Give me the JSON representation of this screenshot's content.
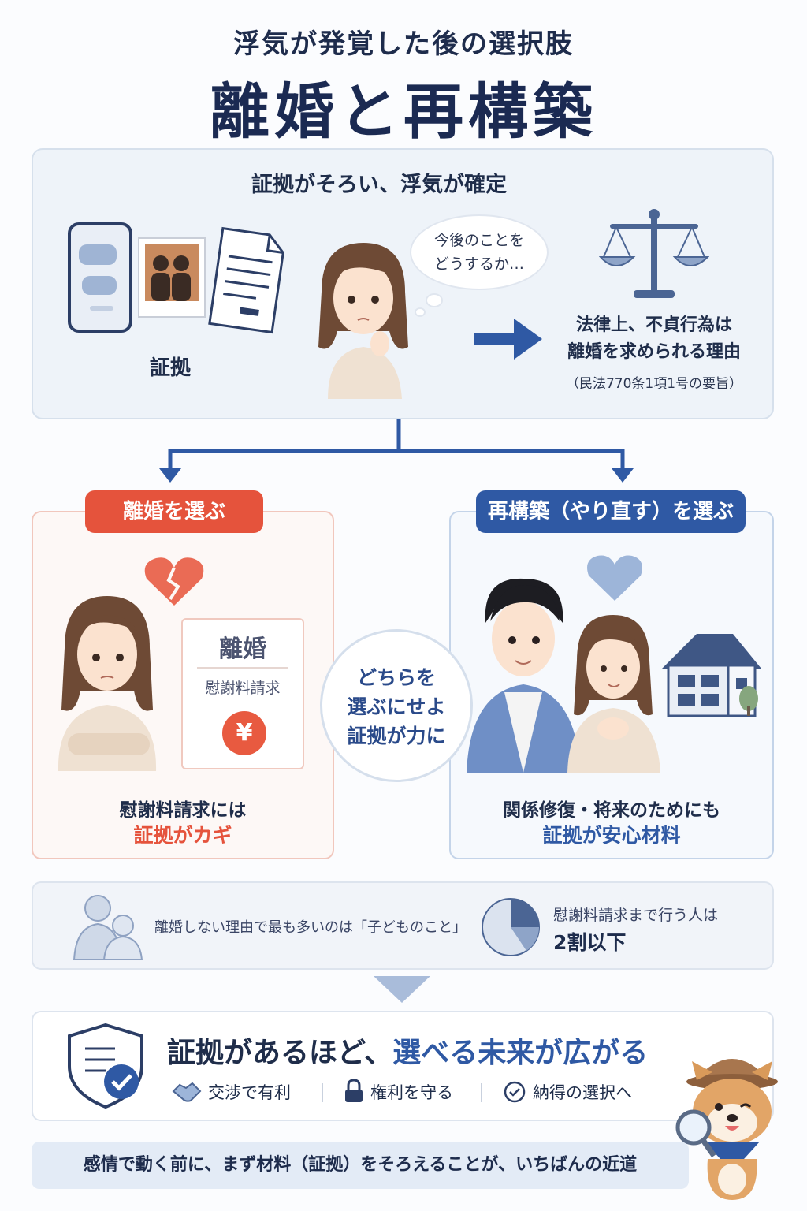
{
  "header": {
    "subtitle": "浮気が発覚した後の選択肢",
    "title": "離婚と再構築"
  },
  "top_panel": {
    "title": "証拠がそろい、浮気が確定",
    "evidence_label": "証拠",
    "thought_line1": "今後のことを",
    "thought_line2": "どうするか…",
    "law_line1": "法律上、不貞行為は",
    "law_line2": "離婚を求められる理由",
    "law_note": "（民法770条1項1号の要旨）"
  },
  "left_card": {
    "pill": "離婚を選ぶ",
    "box_title": "離婚",
    "box_sub": "慰謝料請求",
    "yen": "¥",
    "caption1": "慰謝料請求には",
    "caption2": "証拠がカギ"
  },
  "right_card": {
    "pill": "再構築（やり直す）を選ぶ",
    "caption1": "関係修復・将来のためにも",
    "caption2": "証拠が安心材料"
  },
  "center": {
    "line1": "どちらを",
    "line2": "選ぶにせよ",
    "line3": "証拠が力に"
  },
  "stats": {
    "left_text": "離婚しない理由で最も多いのは「子どものこと」",
    "right_line1": "慰謝料請求まで行う人は",
    "right_line2": "2割以下"
  },
  "bottom": {
    "title_part1": "証拠があるほど、",
    "title_part2": "選べる未来が広がる",
    "benefits": [
      "交渉で有利",
      "権利を守る",
      "納得の選択へ"
    ]
  },
  "footer": {
    "text": "感情で動く前に、まず材料（証拠）をそろえることが、いちばんの近道"
  },
  "colors": {
    "accent_red": "#e5533c",
    "accent_blue": "#2f59a4",
    "navy": "#1b2a52"
  }
}
